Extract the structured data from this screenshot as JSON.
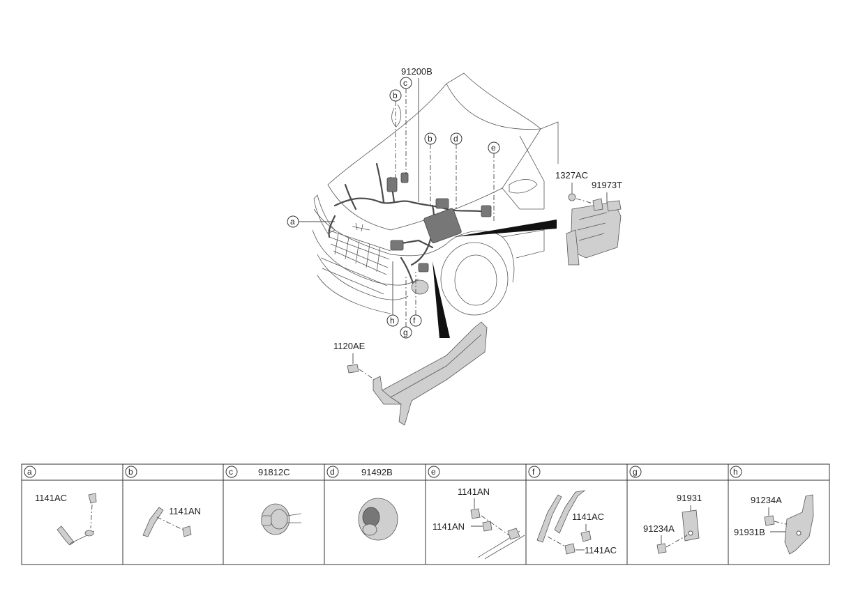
{
  "main_diagram": {
    "labels": {
      "main_harness": "91200B",
      "nut_1327ac": "1327AC",
      "bracket_91973t": "91973T",
      "bolt_1120ae": "1120AE"
    },
    "callouts": [
      "a",
      "b",
      "c",
      "b",
      "d",
      "e",
      "h",
      "g",
      "f"
    ]
  },
  "detail_table": {
    "cells": [
      {
        "key": "a",
        "title": "",
        "parts": [
          "1141AC"
        ]
      },
      {
        "key": "b",
        "title": "",
        "parts": [
          "1141AN"
        ]
      },
      {
        "key": "c",
        "title": "91812C",
        "parts": []
      },
      {
        "key": "d",
        "title": "91492B",
        "parts": []
      },
      {
        "key": "e",
        "title": "",
        "parts": [
          "1141AN",
          "1141AN"
        ]
      },
      {
        "key": "f",
        "title": "",
        "parts": [
          "1141AC",
          "1141AC"
        ]
      },
      {
        "key": "g",
        "title": "",
        "parts": [
          "91931",
          "91234A"
        ]
      },
      {
        "key": "h",
        "title": "",
        "parts": [
          "91234A",
          "91931B"
        ]
      }
    ]
  }
}
